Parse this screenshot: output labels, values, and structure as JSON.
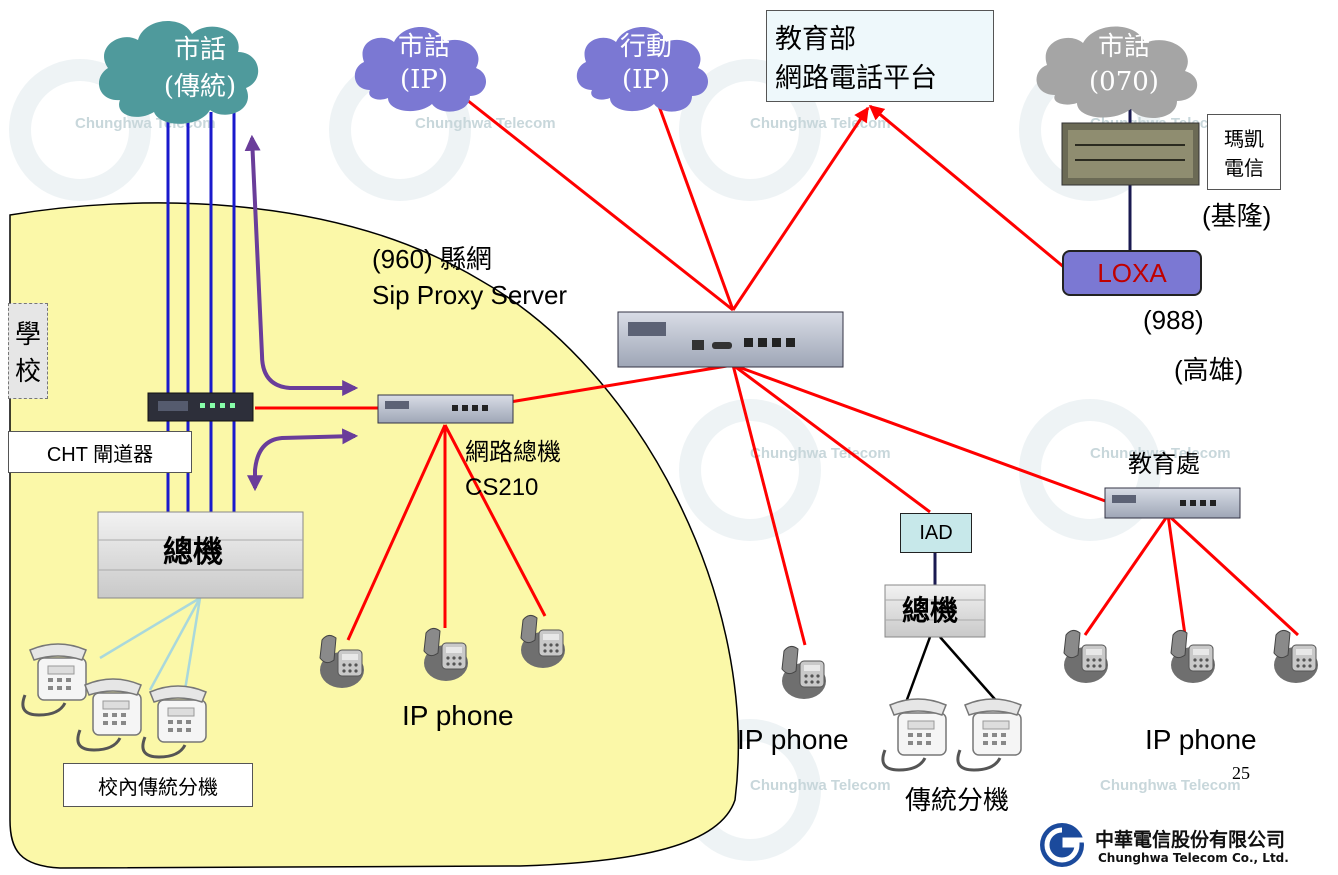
{
  "clouds": [
    {
      "id": "pstn",
      "line1": "市話",
      "line2": "(傳統)",
      "color": "#4f9a9c"
    },
    {
      "id": "voip",
      "line1": "市話",
      "line2": "(IP)",
      "color": "#7b78d3"
    },
    {
      "id": "mobile",
      "line1": "行動",
      "line2": "(IP)",
      "color": "#7b78d3"
    },
    {
      "id": "pstn070",
      "line1": "市話",
      "line2": "(070)",
      "color": "#a5a5a5"
    }
  ],
  "platform": {
    "line1": "教育部",
    "line2": "網路電話平台"
  },
  "vendor": {
    "line1": "瑪凱",
    "line2": "電信"
  },
  "labels": {
    "keelung": "(基隆)",
    "county_net": "(960) 縣網",
    "sip_proxy": "Sip Proxy Server",
    "loxa": "LOXA",
    "code_988": "(988)",
    "kaohsiung": "(高雄)",
    "school_line1": "學",
    "school_line2": "校",
    "gateway": "CHT  閘道器",
    "ippbx_line1": "網路總機",
    "ippbx_line2": "CS210",
    "edu_office": "教育處",
    "iad": "IAD",
    "pbx_school": "總機",
    "pbx_right": "總機",
    "ip_phone_school": "IP phone",
    "ip_phone_mid": "IP phone",
    "ip_phone_right": "IP phone",
    "legacy_ext_school": "校內傳統分機",
    "legacy_ext_right": "傳統分機",
    "page_number": "25",
    "watermark": "Chunghwa Telecom"
  },
  "logo": {
    "name_zh": "中華電信股份有限公司",
    "name_en": "Chunghwa Telecom Co., Ltd."
  },
  "colors": {
    "school_area": "#fbf8a8",
    "red_link": "#ff0000",
    "blue_link": "#1a1acc",
    "purple_arrow": "#6a3d9a",
    "teal_link": "#a9d8dc",
    "iad_fill": "#c7e8ea",
    "loxa_fill": "#7b78d3",
    "loxa_text": "#c00000"
  }
}
